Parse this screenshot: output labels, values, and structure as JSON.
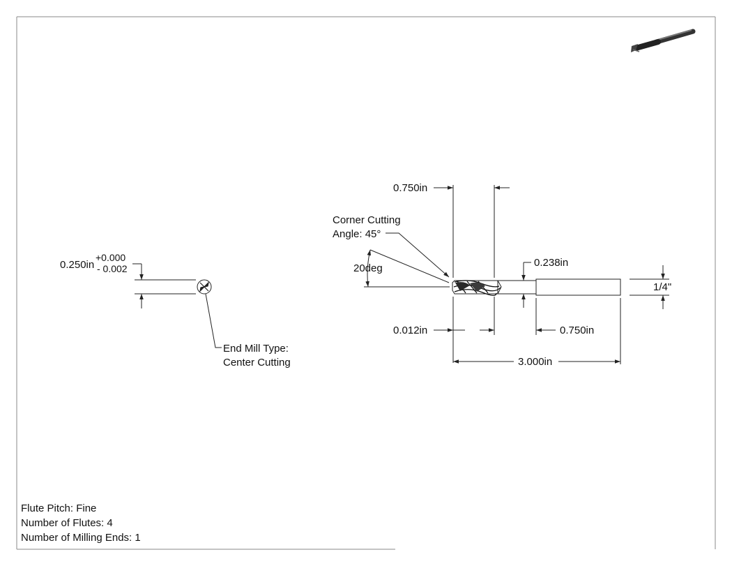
{
  "drawing": {
    "colors": {
      "line": "#222222",
      "border": "#888888",
      "fill_dark": "#2a2a2a"
    },
    "end_view": {
      "diameter_label": "0.250in",
      "tol_plus": "+0.000",
      "tol_minus": "- 0.002",
      "callout_line1": "End Mill Type:",
      "callout_line2": "Center Cutting"
    },
    "side_view": {
      "flute_length_label": "0.750in",
      "corner_line1": "Corner Cutting",
      "corner_line2": "Angle: 45°",
      "angle_label": "20deg",
      "neck_dia_label": "0.238in",
      "shank_dia_label": "1/4\"",
      "corner_label": "0.012in",
      "shank_len_label": "0.750in",
      "overall_len_label": "3.000in"
    },
    "notes": [
      "Flute Pitch: Fine",
      "Number of Flutes: 4",
      "Number of Milling Ends: 1"
    ],
    "thumbnail_icon": "end-mill-isometric-icon"
  }
}
